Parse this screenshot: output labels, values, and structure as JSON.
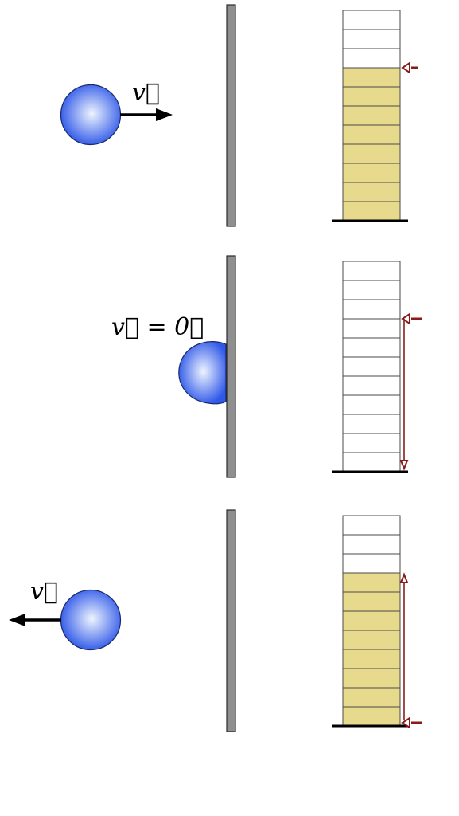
{
  "colors": {
    "ball_center": "#eef4ff",
    "ball_edge": "#2f58e8",
    "ball_stroke": "#1a2a6c",
    "wall_fill": "#8f8f8f",
    "wall_stroke": "#2b2b2b",
    "energy_fill": "#e8da8c",
    "empty_fill": "#ffffff",
    "cell_stroke": "#4a4a4a",
    "ground": "#000000",
    "arrow": "#8b1a1a",
    "velocity_arrow": "#000000"
  },
  "panels": [
    {
      "id": "approach",
      "velocity_label": "v⃗",
      "ball_state": "round",
      "velocity_direction": "right",
      "energy_bar": {
        "total_cells": 11,
        "filled_cells": 8
      },
      "arrow": "level-marker"
    },
    {
      "id": "compressed",
      "velocity_label": "v⃗ = 0⃗",
      "ball_state": "squashed",
      "velocity_direction": "none",
      "energy_bar": {
        "total_cells": 11,
        "filled_cells": 0
      },
      "arrow": "down"
    },
    {
      "id": "rebound",
      "velocity_label": "v⃗",
      "ball_state": "round",
      "velocity_direction": "left",
      "energy_bar": {
        "total_cells": 11,
        "filled_cells": 8
      },
      "arrow": "up"
    }
  ]
}
